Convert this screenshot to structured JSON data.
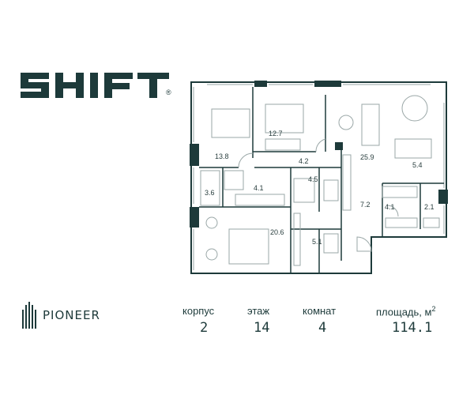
{
  "brand": {
    "name": "SHIFT",
    "registered": "®",
    "developer": "PIONEER"
  },
  "stats": [
    {
      "label": "корпус",
      "value": "2"
    },
    {
      "label": "этаж",
      "value": "14"
    },
    {
      "label": "комнат",
      "value": "4"
    },
    {
      "label": "площадь, м",
      "sup": "2",
      "value": "114.1"
    }
  ],
  "rooms": {
    "bedroom_1": "13.8",
    "bedroom_2": "12.7",
    "corridor": "4.2",
    "living": "25.9",
    "kitchen": "5.4",
    "wardrobe_1": "3.6",
    "bath_1": "4.1",
    "bath_2": "4.5",
    "hall": "7.2",
    "bath_3": "4.1",
    "storage": "2.1",
    "master_bedroom": "20.6",
    "wardrobe_2": "5.1"
  },
  "colors": {
    "ink": "#1d3a3a",
    "line": "#9aa7a7"
  }
}
